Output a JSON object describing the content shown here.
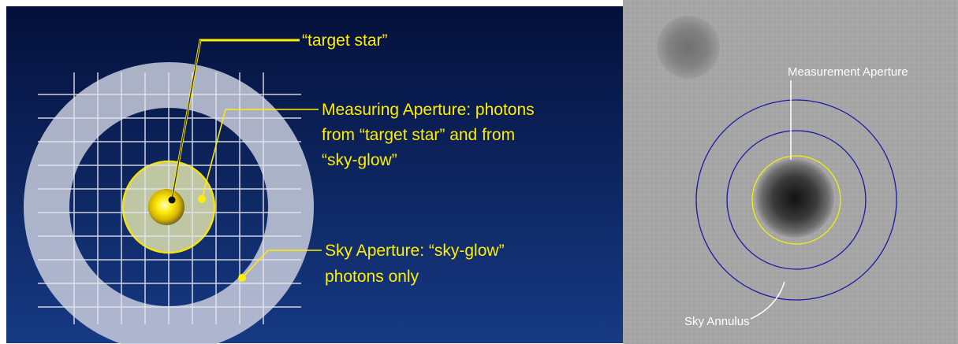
{
  "left_panel": {
    "labels": {
      "target_star": "“target star”",
      "measuring_aperture": [
        "Measuring Aperture:  photons",
        "from “target star” and from",
        "“sky-glow”"
      ],
      "sky_aperture": [
        "Sky Aperture:  “sky-glow”",
        "photons only"
      ]
    },
    "colors": {
      "background_top": "#04103a",
      "background_bottom": "#163a84",
      "callout": "#ffee00",
      "grid": "#e6e6ee",
      "annulus": "#c8ccdc",
      "aperture_fill": "#c9cfa8",
      "aperture_edge": "#ffee00"
    }
  },
  "right_panel": {
    "labels": {
      "measurement_aperture": "Measurement Aperture",
      "sky_annulus": "Sky Annulus"
    },
    "colors": {
      "background": "#a6a6a6",
      "aperture_ring": "#f2f200",
      "annulus_ring": "#1a1aa6",
      "label": "#ffffff"
    }
  }
}
